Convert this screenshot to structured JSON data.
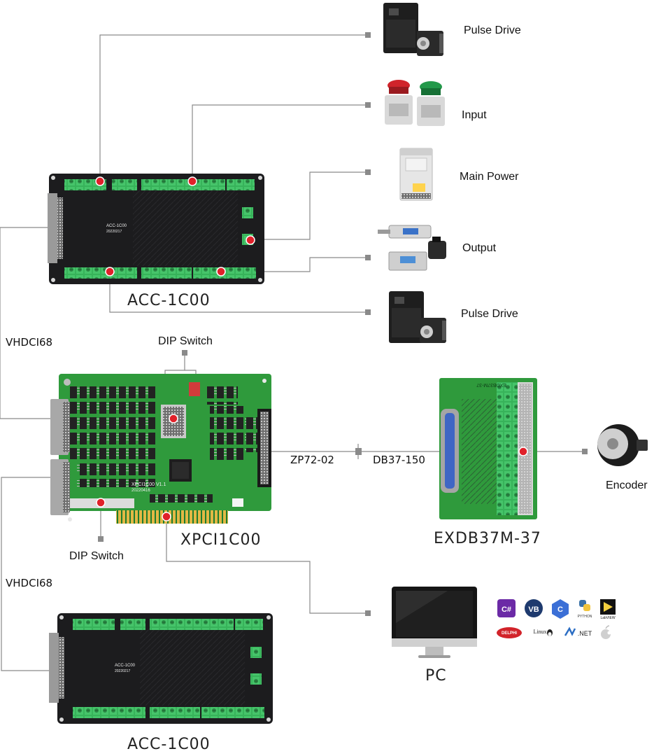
{
  "devices": {
    "pulse_drive_top": "Pulse Drive",
    "input": "Input",
    "main_power": "Main Power",
    "output": "Output",
    "pulse_drive_mid": "Pulse Drive",
    "encoder": "Encoder",
    "pc": "PC"
  },
  "boards": {
    "acc_top": "ACC-1C00",
    "acc_top_silk": "ACC-1C00",
    "acc_top_date": "20220217",
    "xpci": "XPCI1C00",
    "xpci_silk": "XPCI1C00  V1.1",
    "xpci_date": "20220416",
    "exdb": "EXDB37M-37",
    "exdb_silk": "EXDB37M-37",
    "acc_bottom": "ACC-1C00",
    "acc_bottom_silk": "ACC-1C00",
    "acc_bottom_date": "20220217"
  },
  "cables": {
    "vhdci_top": "VHDCI68",
    "vhdci_bottom": "VHDCI68",
    "zp72": "ZP72-02",
    "db37": "DB37-150"
  },
  "switches": {
    "dip_top": "DIP Switch",
    "dip_bottom": "DIP Switch"
  },
  "languages": {
    "csharp": "C#",
    "vb": "VB",
    "cpp": "C",
    "python": "PYTHON",
    "labview": "LabVIEW",
    "delphi": "DELPHI",
    "linux": "Linux",
    "dotnet": ".NET"
  },
  "colors": {
    "pcb_black": "#1c1c1e",
    "pcb_green": "#2f9a3c",
    "terminal_green": "#37b35a",
    "marker_red": "#e0212a",
    "line_gray": "#8a8a8a"
  }
}
